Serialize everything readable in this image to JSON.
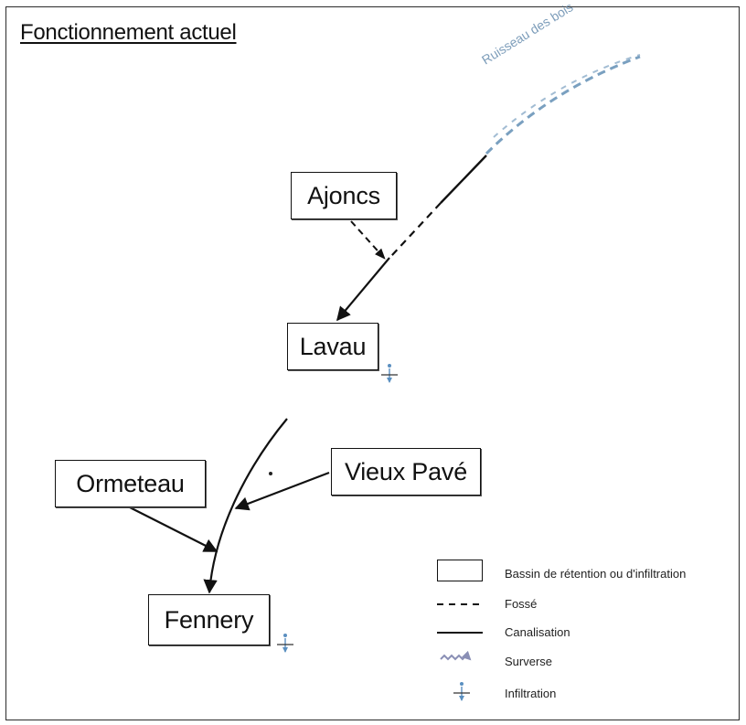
{
  "title": "Fonctionnement actuel",
  "stream_label": "Ruisseau des bois",
  "nodes": {
    "ajoncs": "Ajoncs",
    "lavau": "Lavau",
    "ormeteau": "Ormeteau",
    "vieux_pave": "Vieux Pavé",
    "fennery": "Fennery"
  },
  "legend": {
    "bassin": "Bassin de rétention ou d'infiltration",
    "fosse": "Fossé",
    "canalisation": "Canalisation",
    "surverse": "Surverse",
    "infiltration": "Infiltration"
  },
  "colors": {
    "line": "#111111",
    "water": "#7aa0c0",
    "overflow": "#8a8fb5",
    "infiltration": "#5a8fc0"
  }
}
